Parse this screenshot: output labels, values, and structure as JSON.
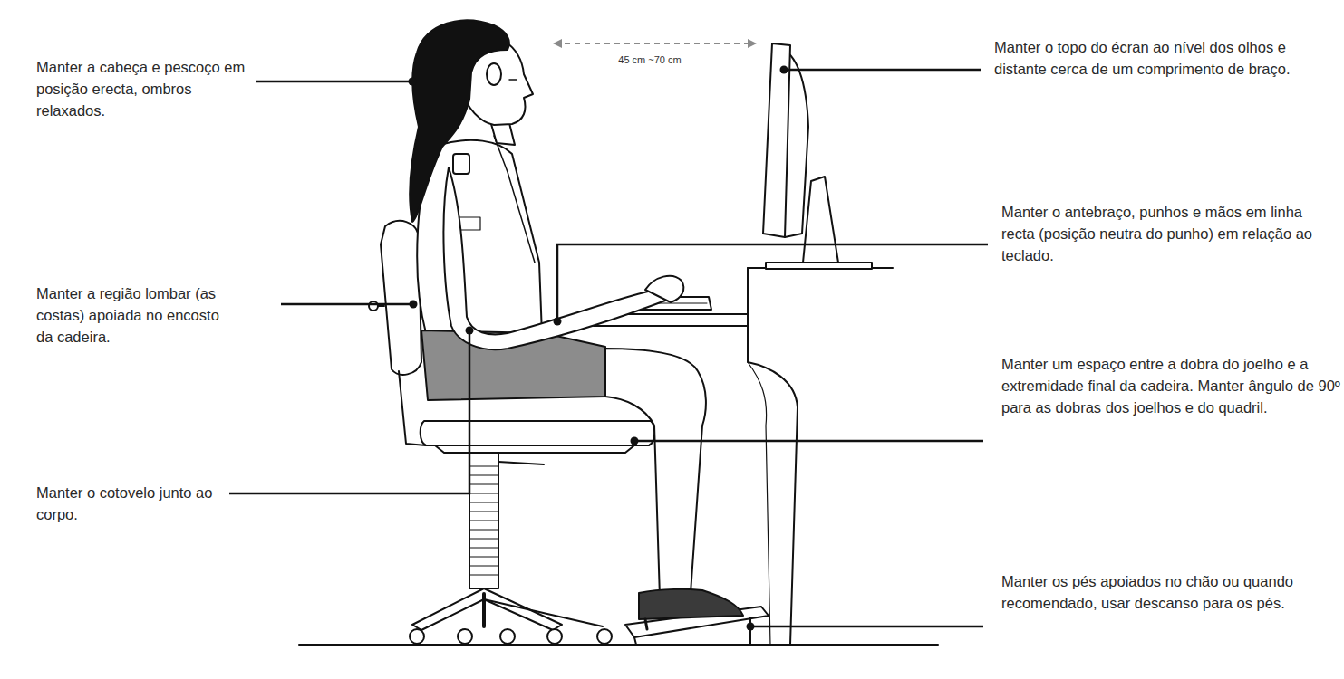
{
  "diagram": {
    "labels": [
      "Manter a cabeça e pescoço em posição erecta, ombros relaxados.",
      "Manter a região lombar (as costas) apoiada no encosto da cadeira.",
      "Manter o cotovelo junto ao corpo.",
      "45 cm ~70 cm",
      "Manter o topo do écran ao nível dos olhos e distante cerca de um comprimento de braço.",
      "Manter o antebraço, punhos e mãos em linha recta (posição neutra do punho) em relação ao teclado.",
      "Manter um espaço entre a dobra do joelho e a extremidade final da cadeira. Manter ângulo de 90º para as dobras dos joelhos e do quadril.",
      "Manter os pés apoiados no chão ou quando recomendado, usar descanso para os pés."
    ]
  }
}
